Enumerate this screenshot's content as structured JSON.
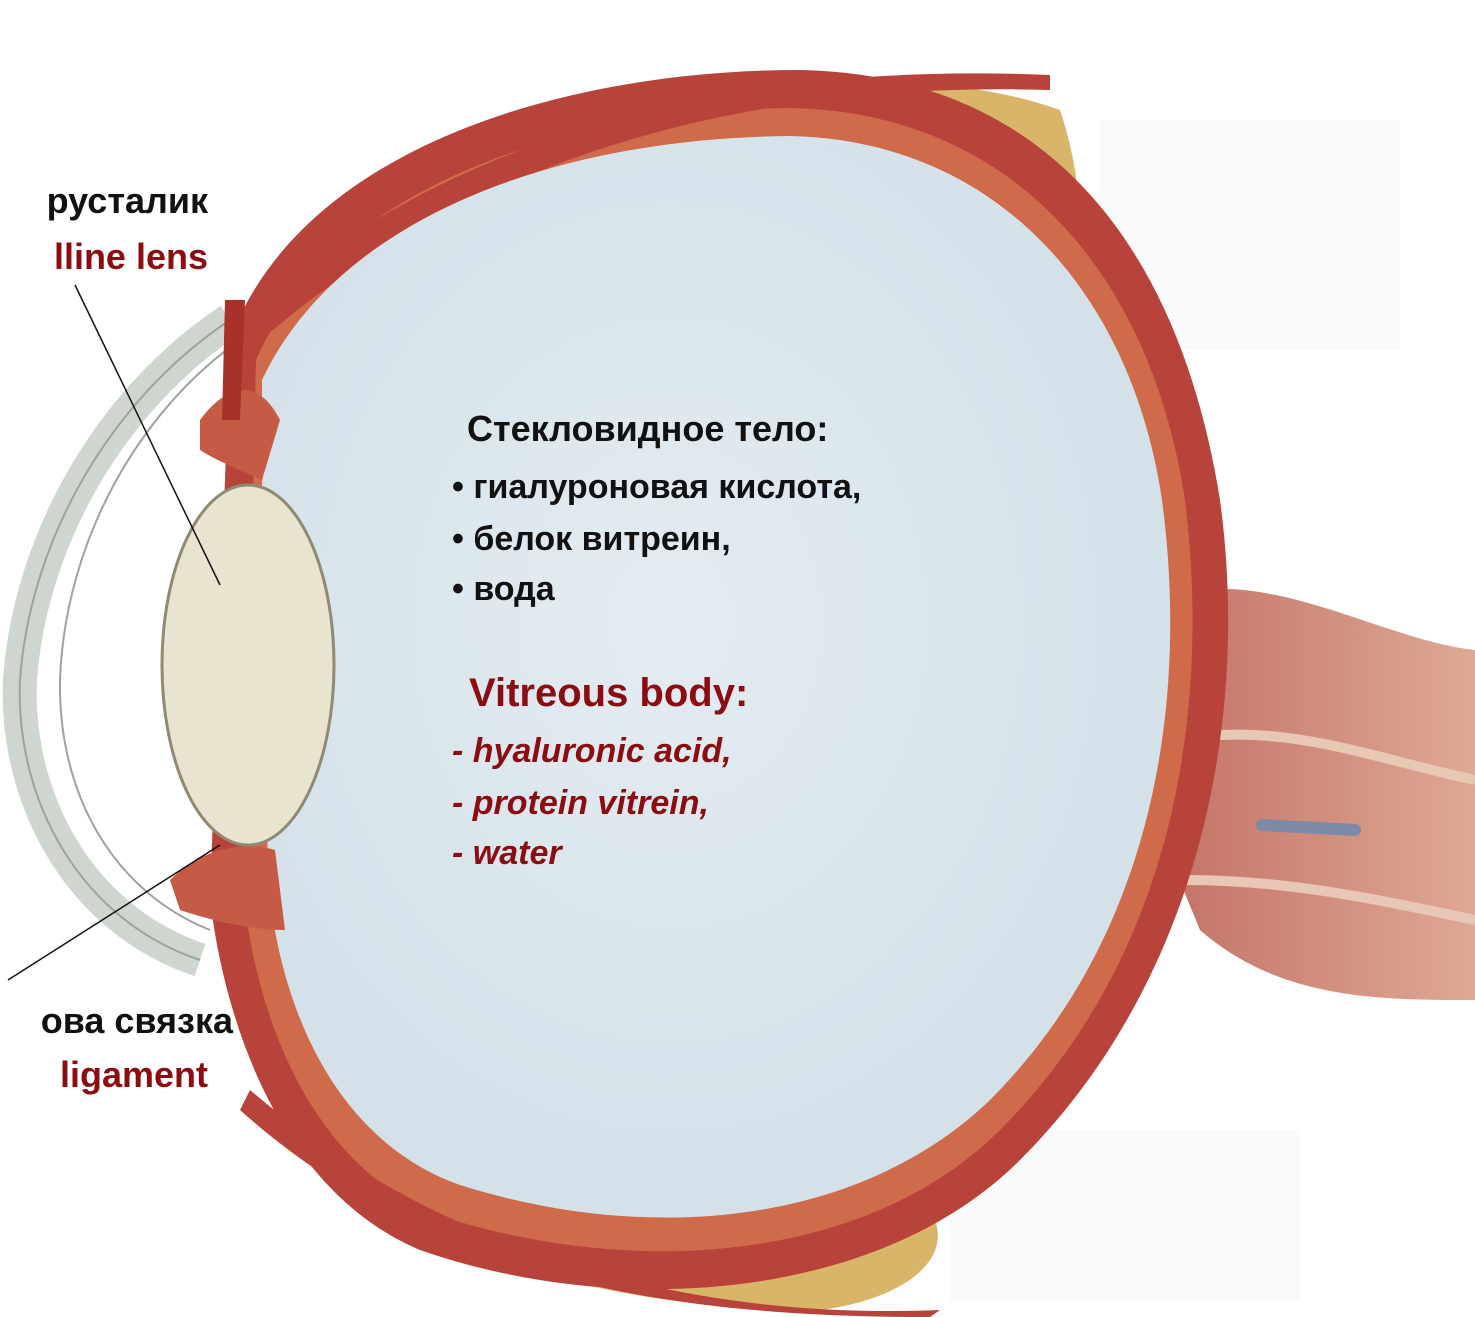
{
  "labels": {
    "lens_ru": "русталик",
    "lens_en": "lline lens",
    "ligament_ru": "ова связка",
    "ligament_en": "ligament"
  },
  "vitreous": {
    "heading_ru": "Стекловидное тело:",
    "items_ru": [
      "• гиалуроновая кислота,",
      "• белок витреин,",
      "• вода"
    ],
    "heading_en": "Vitreous body:",
    "items_en": [
      "- hyaluronic acid,",
      "- protein vitrein,",
      "- water"
    ]
  },
  "colors": {
    "label_text": "#111111",
    "label_accent": "#8b0d12",
    "vitreous_fill": "#dbe6ec",
    "sclera_red": "#b8433a",
    "fat_yellow": "#d9b56a",
    "lens_fill": "#e9e4cf"
  }
}
